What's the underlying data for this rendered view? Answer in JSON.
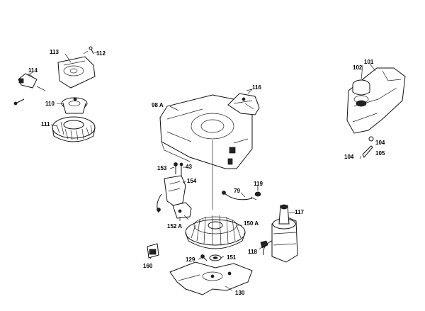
{
  "labels": {
    "l113": "113",
    "l112": "112",
    "l114": "114",
    "l110": "110",
    "l111": "111",
    "l98a": "98 A",
    "l116": "116",
    "l102": "102",
    "l101": "101",
    "l104a": "104",
    "l104b": "104",
    "l105": "105",
    "l153": "153",
    "l43": "43",
    "l154": "154",
    "l119": "119",
    "l79": "79",
    "l152a": "152 A",
    "l150a": "150 A",
    "l117": "117",
    "l118": "118",
    "l160": "160",
    "l129": "129",
    "l151": "151",
    "l130": "130"
  },
  "colors": {
    "line": "#111111",
    "background": "#ffffff"
  }
}
